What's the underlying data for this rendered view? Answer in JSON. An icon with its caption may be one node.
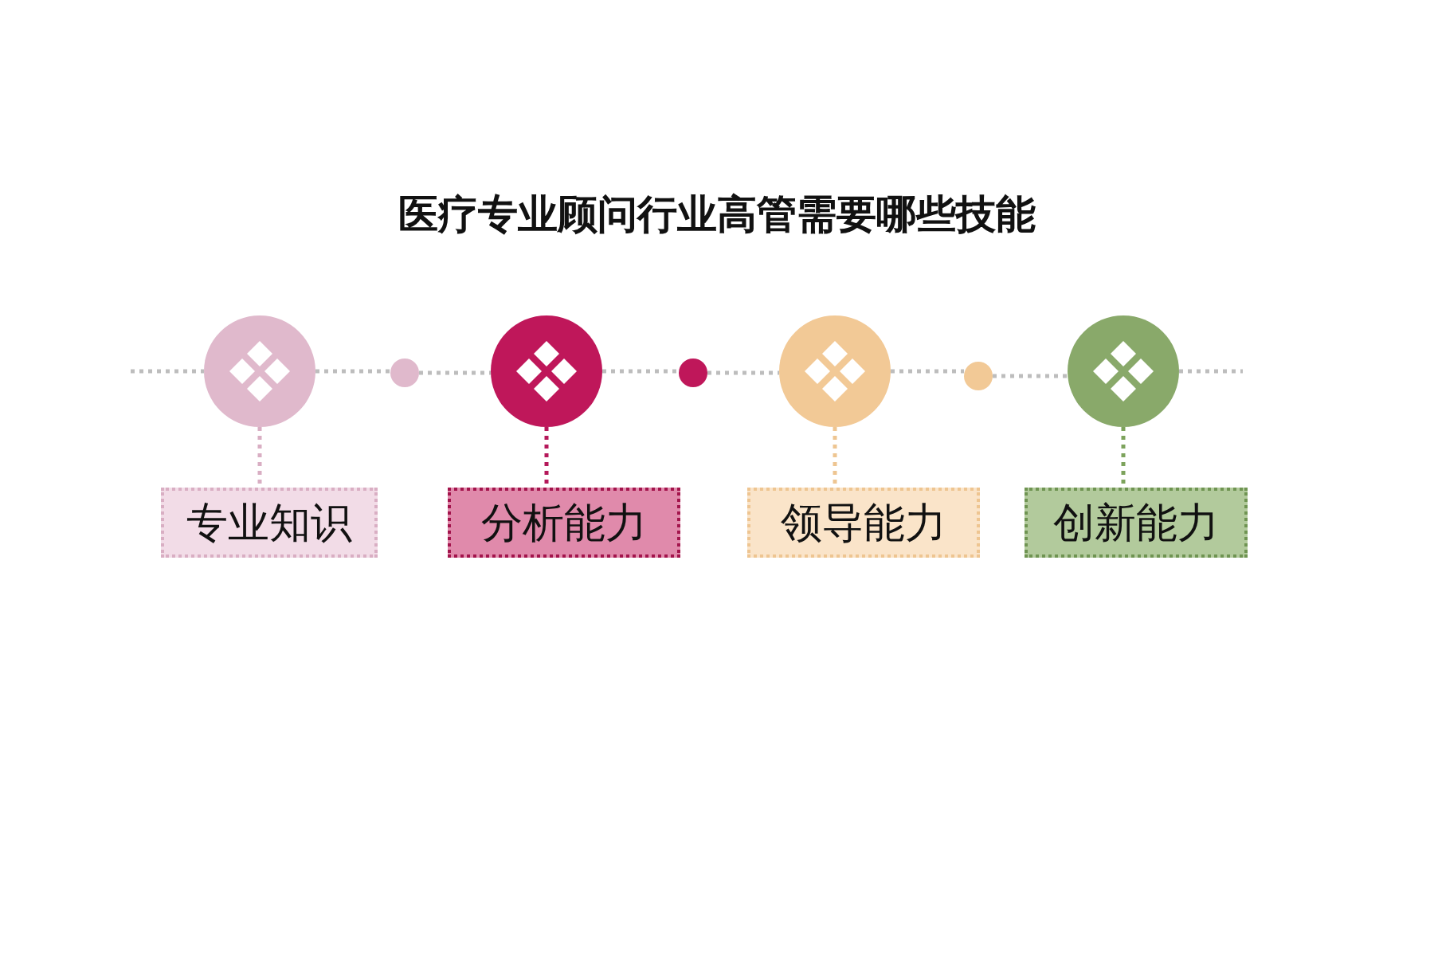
{
  "diagram": {
    "title": "医疗专业顾问行业高管需要哪些技能",
    "nodes": [
      {
        "text": [],
        "shape": "circle"
      },
      {
        "text": [],
        "shape": "circle"
      },
      {
        "text": [],
        "shape": "circle"
      },
      {
        "text": [],
        "shape": "circle"
      },
      {
        "text": [],
        "shape": "circle"
      },
      {
        "text": [],
        "shape": "circle"
      },
      {
        "text": [],
        "shape": "circle"
      },
      {
        "text": [
          "专业知识"
        ]
      },
      {
        "text": [
          "分析能力"
        ]
      },
      {
        "text": [
          "领导能力"
        ]
      },
      {
        "text": [
          "创新能力"
        ]
      }
    ],
    "edges": [
      {
        "from": null,
        "to": 0,
        "arrow": "none",
        "style": "dashed"
      },
      {
        "from": 0,
        "to": 1,
        "arrow": "none",
        "style": "dashed"
      },
      {
        "from": 1,
        "to": 2,
        "arrow": "none",
        "style": "dashed"
      },
      {
        "from": 2,
        "to": 3,
        "arrow": "none",
        "style": "dashed"
      },
      {
        "from": 3,
        "to": 4,
        "arrow": "none",
        "style": "dashed"
      },
      {
        "from": 4,
        "to": 5,
        "arrow": "none",
        "style": "dashed"
      },
      {
        "from": 5,
        "to": 6,
        "arrow": "none",
        "style": "dashed"
      },
      {
        "from": 6,
        "to": null,
        "arrow": "none",
        "style": "dashed"
      },
      {
        "from": 0,
        "to": 7,
        "arrow": "none",
        "style": "dashed",
        "color": "#d9aec3"
      },
      {
        "from": 2,
        "to": 8,
        "arrow": "none",
        "style": "dashed",
        "color": "#b5185a"
      },
      {
        "from": 4,
        "to": 9,
        "arrow": "none",
        "style": "dashed",
        "color": "#eec591"
      },
      {
        "from": 6,
        "to": 10,
        "arrow": "none",
        "style": "dashed",
        "color": "#7da35c"
      }
    ]
  }
}
